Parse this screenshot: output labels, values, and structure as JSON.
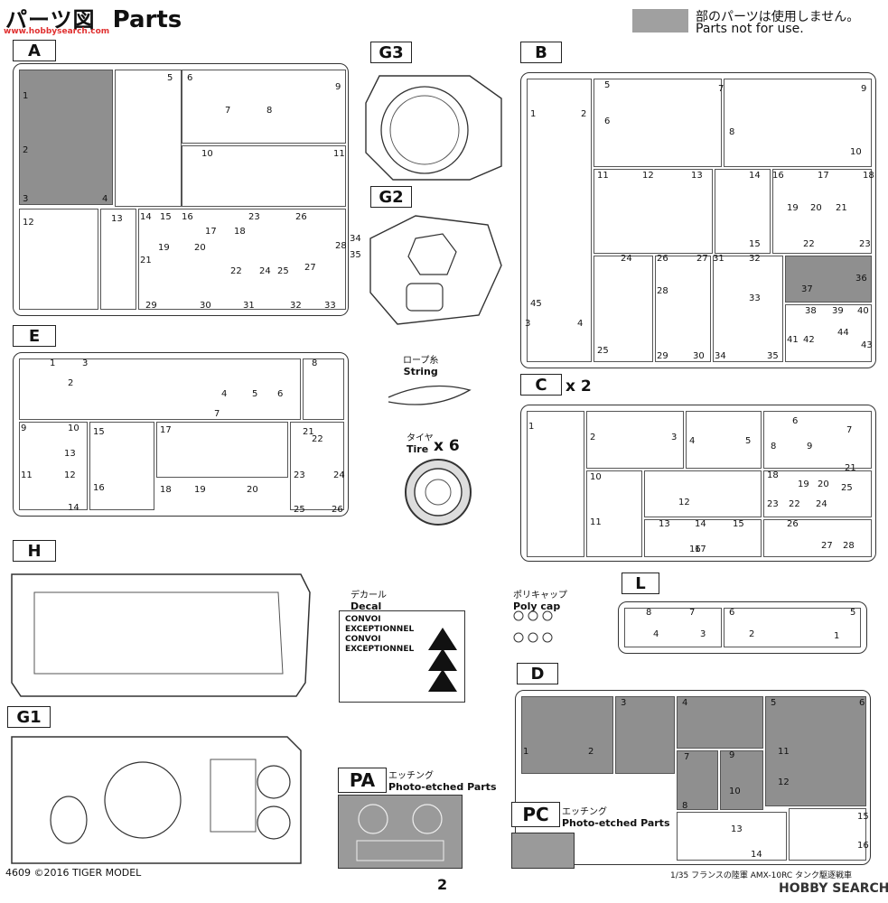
{
  "header": {
    "title_jp": "パーツ図",
    "title_en": "Parts",
    "watermark": "www.hobbysearch.com",
    "legend_jp": "部のパーツは使用しません。",
    "legend_en": "Parts not for use."
  },
  "sprues": {
    "A": "A",
    "B": "B",
    "C": "C",
    "C_qty": "x 2",
    "D": "D",
    "E": "E",
    "G1": "G1",
    "G2": "G2",
    "G3": "G3",
    "H": "H",
    "L": "L",
    "PA": "PA",
    "PC": "PC"
  },
  "extras": {
    "string_jp": "ロープ糸",
    "string_en": "String",
    "tire_jp": "タイヤ",
    "tire_en": "Tire",
    "tire_qty": "x 6",
    "decal_jp": "デカール",
    "decal_en": "Decal",
    "polycap_jp": "ポリキャップ",
    "polycap_en": "Poly cap",
    "pe_jp": "エッチング",
    "pe_en": "Photo-etched Parts"
  },
  "decal_text": {
    "line1": "CONVOI",
    "line2": "EXCEPTIONNEL",
    "line3": "CONVOI",
    "line4": "EXCEPTIONNEL"
  },
  "footer": {
    "code": "4609",
    "copyright": "©2016",
    "brand": "TIGER MODEL",
    "page": "2",
    "kit_name": "1/35 フランスの陸軍 AMX-10RC タンク駆逐戦車",
    "site_logo": "HOBBY SEARCH"
  },
  "part_numbers": {
    "A": [
      "1",
      "2",
      "3",
      "4",
      "5",
      "6",
      "7",
      "8",
      "9",
      "10",
      "11",
      "12",
      "13",
      "14",
      "15",
      "16",
      "17",
      "18",
      "19",
      "20",
      "21",
      "22",
      "23",
      "24",
      "25",
      "26",
      "27",
      "28",
      "29",
      "30",
      "31",
      "32",
      "33",
      "34",
      "35"
    ],
    "B": [
      "1",
      "2",
      "3",
      "4",
      "5",
      "6",
      "7",
      "8",
      "9",
      "10",
      "11",
      "12",
      "13",
      "14",
      "15",
      "16",
      "17",
      "18",
      "19",
      "20",
      "21",
      "22",
      "23",
      "24",
      "25",
      "26",
      "27",
      "28",
      "29",
      "30",
      "31",
      "32",
      "33",
      "34",
      "35",
      "36",
      "37",
      "38",
      "39",
      "40",
      "41",
      "42",
      "43",
      "44",
      "45"
    ],
    "C": [
      "1",
      "2",
      "3",
      "4",
      "5",
      "6",
      "7",
      "8",
      "9",
      "10",
      "11",
      "12",
      "13",
      "14",
      "15",
      "16",
      "17",
      "18",
      "19",
      "20",
      "21",
      "22",
      "23",
      "24",
      "25",
      "26",
      "27",
      "28"
    ],
    "D": [
      "1",
      "2",
      "3",
      "4",
      "5",
      "6",
      "7",
      "8",
      "9",
      "10",
      "11",
      "12",
      "13",
      "14",
      "15",
      "16"
    ],
    "E": [
      "1",
      "2",
      "3",
      "4",
      "5",
      "6",
      "7",
      "8",
      "9",
      "10",
      "11",
      "12",
      "13",
      "14",
      "15",
      "16",
      "17",
      "18",
      "19",
      "20",
      "21",
      "22",
      "23",
      "24",
      "25",
      "26"
    ],
    "L": [
      "1",
      "2",
      "3",
      "4",
      "5",
      "6",
      "7",
      "8"
    ]
  }
}
